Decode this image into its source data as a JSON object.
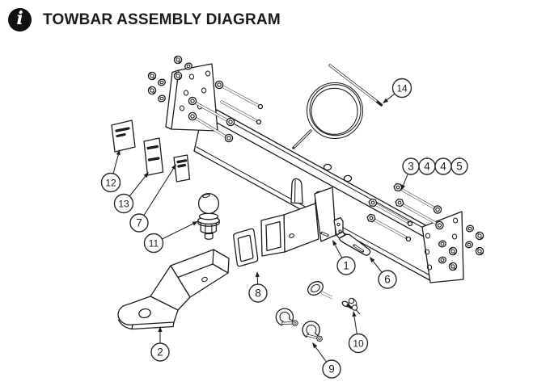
{
  "header": {
    "title": "TOWBAR ASSEMBLY DIAGRAM",
    "info_glyph": "i"
  },
  "diagram": {
    "callouts": [
      {
        "number": "1"
      },
      {
        "number": "2"
      },
      {
        "number": "3"
      },
      {
        "number": "4"
      },
      {
        "number": "4"
      },
      {
        "number": "5"
      },
      {
        "number": "6"
      },
      {
        "number": "7"
      },
      {
        "number": "8"
      },
      {
        "number": "9"
      },
      {
        "number": "10"
      },
      {
        "number": "11"
      },
      {
        "number": "12"
      },
      {
        "number": "13"
      },
      {
        "number": "14"
      }
    ]
  },
  "colors": {
    "line": "#1d1d1d",
    "background": "#ffffff",
    "header_icon": "#101010",
    "title_text": "#1a1a1a"
  }
}
